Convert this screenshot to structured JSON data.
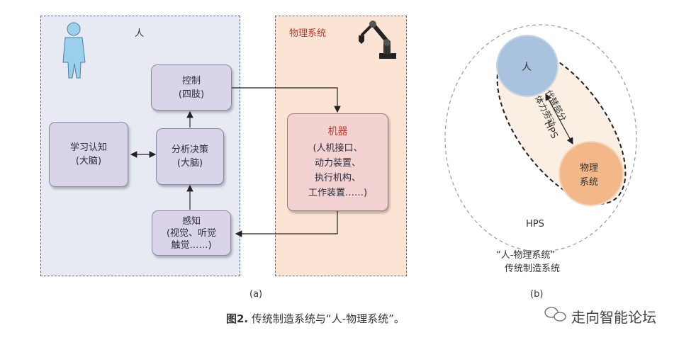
{
  "panel_a": {
    "human_label": "人",
    "physical_label": "物理系统",
    "control": {
      "line1": "控制",
      "line2": "(四肢)"
    },
    "learning": {
      "line1": "学习认知",
      "line2": "(大脑)"
    },
    "decision": {
      "line1": "分析决策",
      "line2": "(大脑)"
    },
    "perception": {
      "line1": "感知",
      "line2": "(视觉、听觉",
      "line3": "触觉……)"
    },
    "machine": {
      "title": "机器",
      "line1": "(人机接口、",
      "line2": "动力装置、",
      "line3": "执行机构、",
      "line4": "工作装置……)"
    },
    "sublabel": "(a)"
  },
  "panel_b": {
    "human": "人",
    "physical": {
      "line1": "物理",
      "line2": "系统"
    },
    "inner_hps": "HPS",
    "arrow_text": {
      "line1": "代替部分",
      "line2": "体力劳动"
    },
    "outer_hps": "HPS",
    "caption_line1": "“人-物理系统”",
    "caption_line2": "传统制造系统",
    "sublabel": "(b)"
  },
  "figure_caption": {
    "prefix": "图2.",
    "text": "传统制造系统与“人-物理系统”。"
  },
  "watermark": "走向智能论坛",
  "colors": {
    "human_panel": "#e7eaf3",
    "physical_panel": "#fbe4d4",
    "machine_title": "#c0392b",
    "human_circle": "#a9c3df",
    "physical_circle": "#f2b88a"
  }
}
